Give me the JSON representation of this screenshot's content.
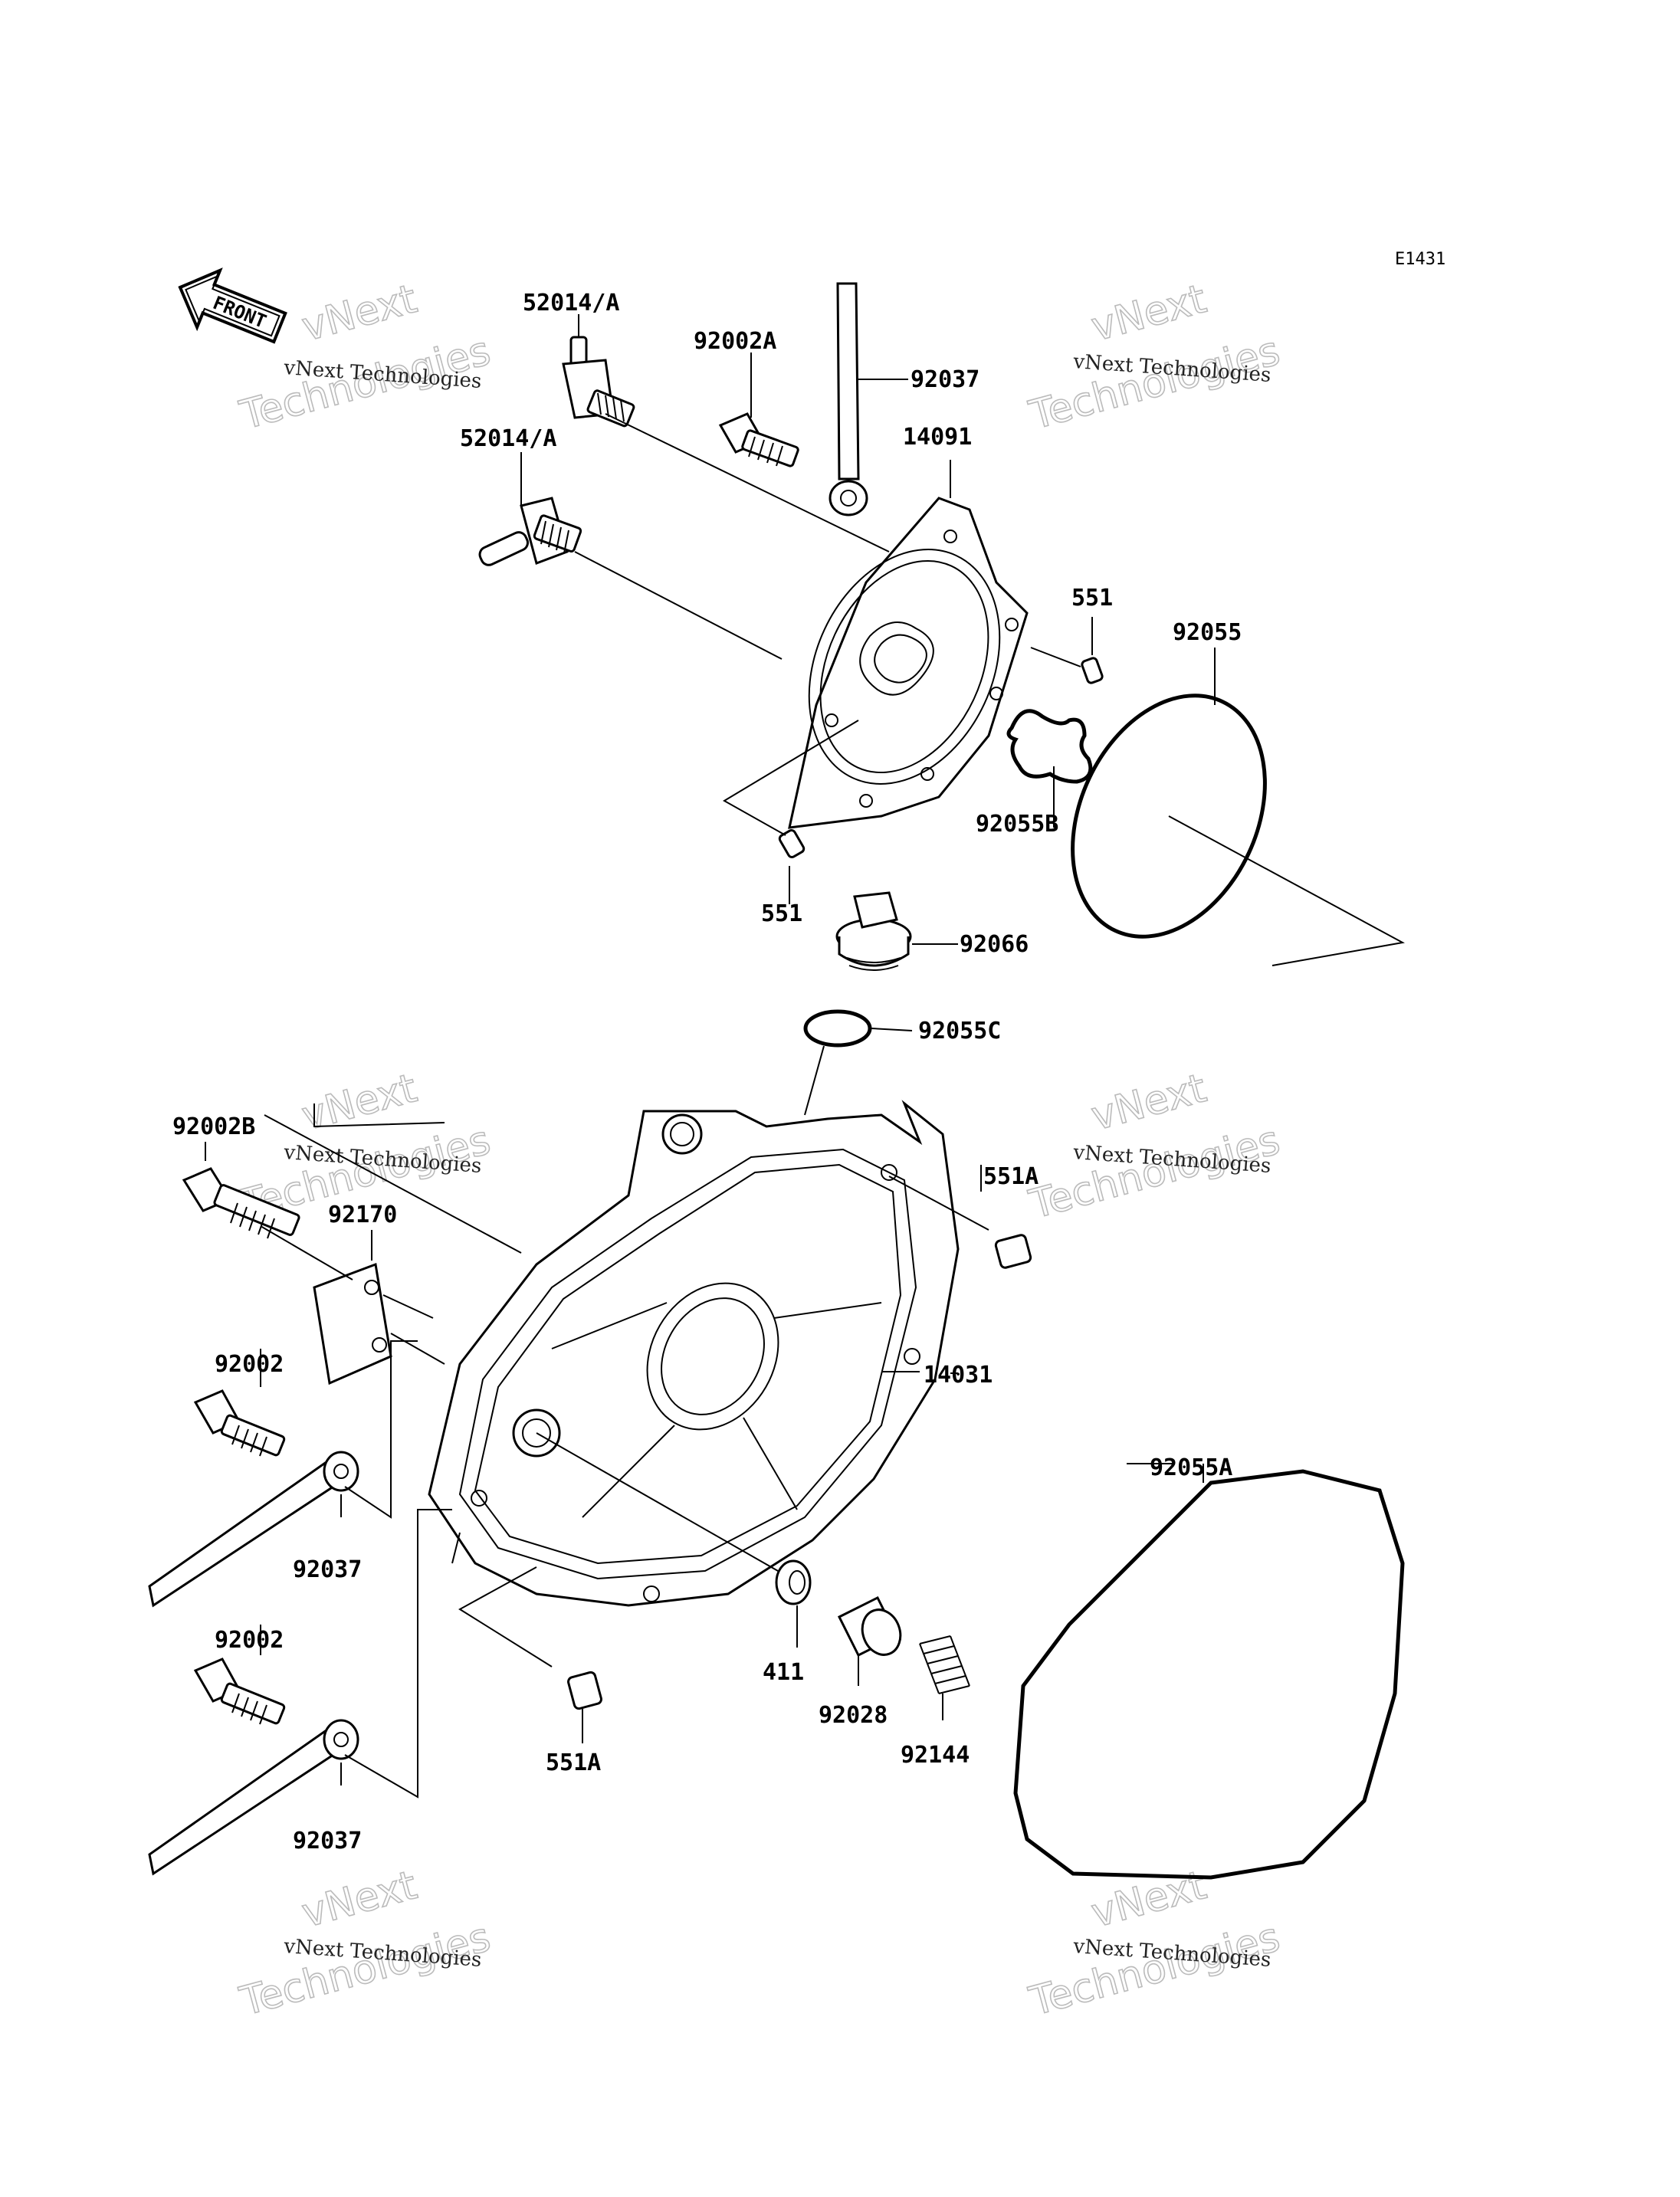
{
  "diagram_code": "E1431",
  "front_arrow_text": "FRONT",
  "watermark": {
    "line1": "vNext Technologies",
    "line2": "vNext",
    "line3": "Technologies"
  },
  "labels": {
    "p52014a_top": "52014/A",
    "p52014a_mid": "52014/A",
    "p92002a": "92002A",
    "p92037_top": "92037",
    "p14091": "14091",
    "p551_right": "551",
    "p92055": "92055",
    "p92055b": "92055B",
    "p551_left": "551",
    "p92066": "92066",
    "p92055c": "92055C",
    "p92002b": "92002B",
    "p92170": "92170",
    "p551a_top": "551A",
    "p14031": "14031",
    "p92002_upper": "92002",
    "p92037_mid": "92037",
    "p92055a": "92055A",
    "p92002_lower": "92002",
    "p411": "411",
    "p92028": "92028",
    "p92144": "92144",
    "p551a_bottom": "551A",
    "p92037_bottom": "92037"
  }
}
